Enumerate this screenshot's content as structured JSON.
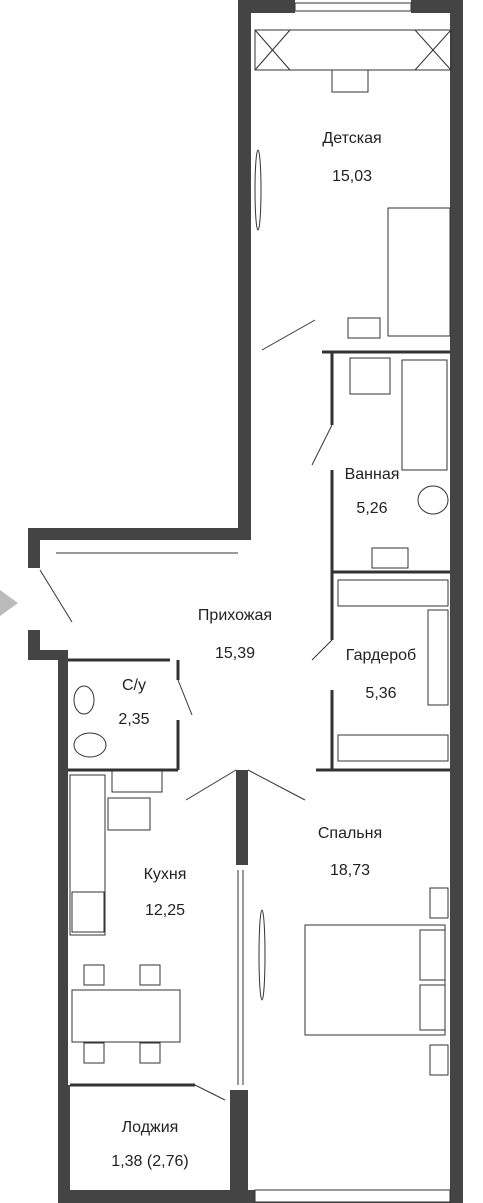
{
  "colors": {
    "wall": "#444444",
    "line": "#333333",
    "background": "#ffffff",
    "arrow": "#bbbbbb"
  },
  "rooms": [
    {
      "name": "Детская",
      "area": "15,03"
    },
    {
      "name": "Ванная",
      "area": "5,26"
    },
    {
      "name": "Прихожая",
      "area": "15,39"
    },
    {
      "name": "Гардероб",
      "area": "5,36"
    },
    {
      "name": "С/у",
      "area": "2,35"
    },
    {
      "name": "Спальня",
      "area": "18,73"
    },
    {
      "name": "Кухня",
      "area": "12,25"
    },
    {
      "name": "Лоджия",
      "area": "1,38 (2,76)"
    }
  ]
}
